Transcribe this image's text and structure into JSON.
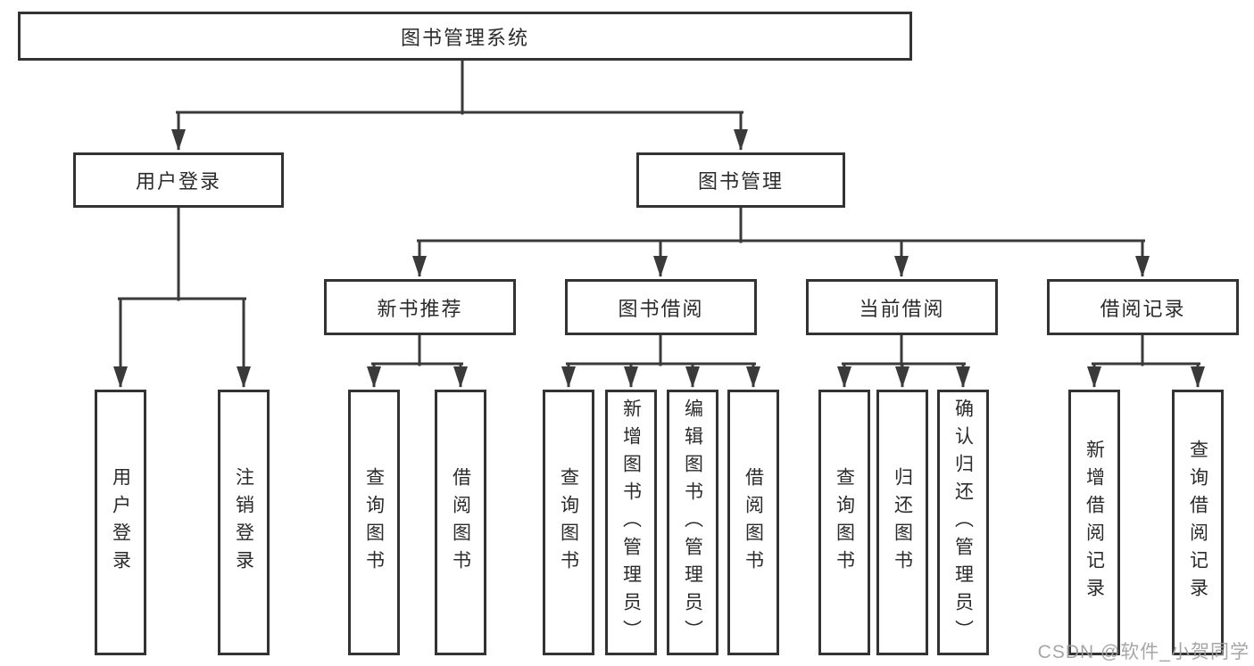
{
  "diagram": {
    "watermark": "CSDN @软件_小贺同学",
    "colors": {
      "line": "#3a3a3a",
      "box_border": "#333333",
      "box_fill": "#ffffff",
      "text": "#2b2b2b",
      "watermark_text": "#9e9e9e"
    },
    "tree": {
      "root": {
        "label": "图书管理系统"
      },
      "level2": [
        {
          "label": "用户登录",
          "leaves": [
            "用户登录",
            "注销登录"
          ]
        },
        {
          "label": "图书管理",
          "groups": [
            {
              "label": "新书推荐",
              "leaves": [
                "查询图书",
                "借阅图书"
              ]
            },
            {
              "label": "图书借阅",
              "leaves": [
                "查询图书",
                "新增图书（管理员）",
                "编辑图书（管理员）",
                "借阅图书"
              ]
            },
            {
              "label": "当前借阅",
              "leaves": [
                "查询图书",
                "归还图书",
                "确认归还（管理员）"
              ]
            },
            {
              "label": "借阅记录",
              "leaves": [
                "新增借阅记录",
                "查询借阅记录"
              ]
            }
          ]
        }
      ]
    }
  }
}
